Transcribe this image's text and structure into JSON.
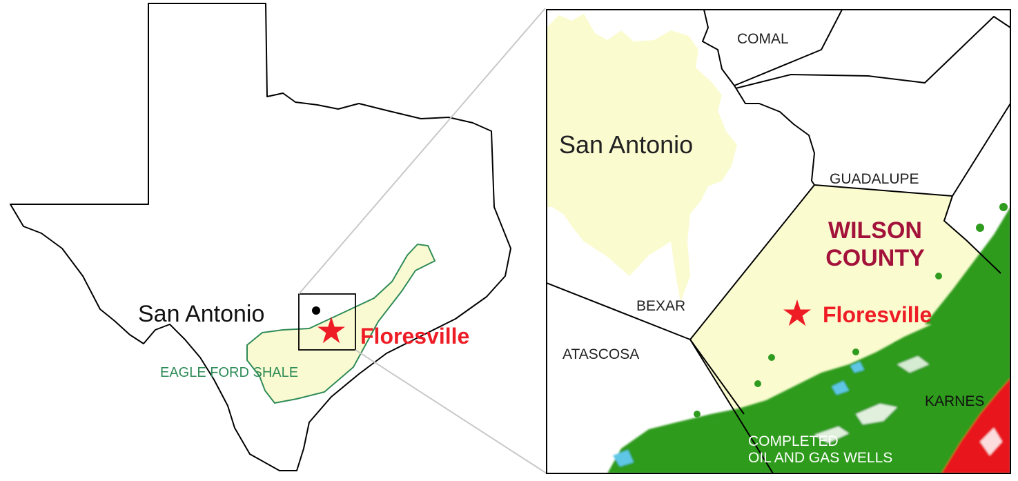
{
  "overview": {
    "city_label": "San Antonio",
    "town_label": "Floresville",
    "shale_label": "EAGLE FORD SHALE"
  },
  "inset": {
    "city_label": "San Antonio",
    "title_line1": "WILSON",
    "title_line2": "COUNTY",
    "town_label": "Floresville",
    "counties": {
      "comal": "COMAL",
      "guadalupe": "GUADALUPE",
      "bexar": "BEXAR",
      "atascosa": "ATASCOSA",
      "karnes": "KARNES"
    },
    "wells_line1": "COMPLETED",
    "wells_line2": "OIL AND GAS WELLS"
  },
  "colors": {
    "land_outline": "#000000",
    "shale_fill": "#fafad2",
    "shale_outline": "#2e8b57",
    "shale_label": "#2e8b57",
    "city_fill": "#fbfbd0",
    "county_fill": "#fbfbd0",
    "town_red": "#ee1c25",
    "county_title": "#a3123a",
    "wells_green": "#2f9b1f",
    "wells_red": "#e8141c",
    "wells_cyan": "#5ec6e6",
    "connector": "#c8c8c8"
  }
}
